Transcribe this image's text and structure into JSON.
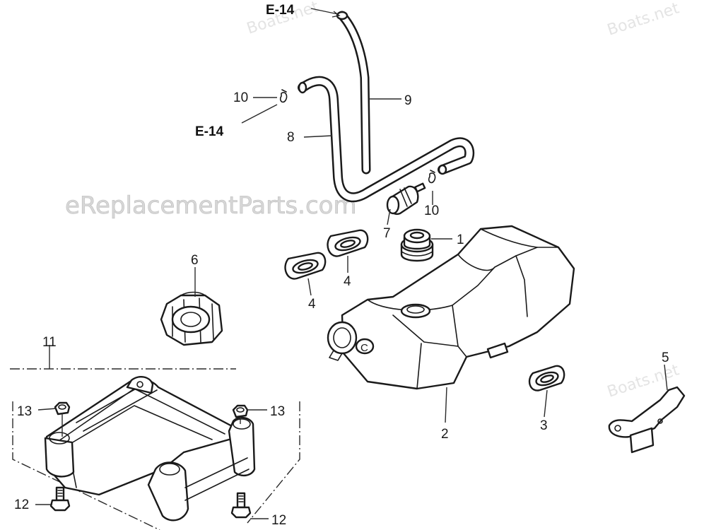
{
  "watermarks": {
    "site_main": "eReplacementParts.com",
    "site_corner": "Boats.net"
  },
  "references": {
    "top": "E-14",
    "left": "E-14"
  },
  "callouts": {
    "p1": "1",
    "p2": "2",
    "p3": "3",
    "p4a": "4",
    "p4b": "4",
    "p5": "5",
    "p6": "6",
    "p7": "7",
    "p8": "8",
    "p9": "9",
    "p10a": "10",
    "p10b": "10",
    "p11": "11",
    "p12a": "12",
    "p12b": "12",
    "p13a": "13",
    "p13b": "13"
  },
  "colors": {
    "line": "#1a1a1a",
    "watermark": "#d7d7d7"
  }
}
